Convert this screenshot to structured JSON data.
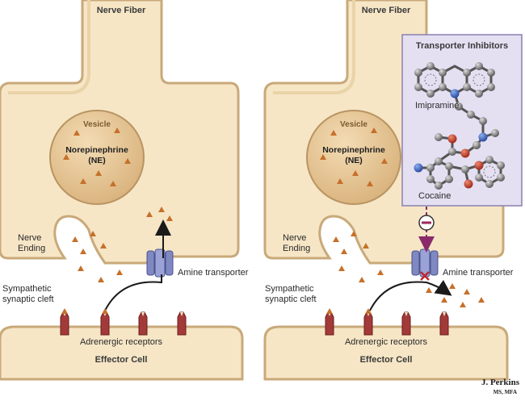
{
  "panels": [
    {
      "nerve_fiber": "Nerve Fiber",
      "vesicle_title": "Vesicle",
      "vesicle_content_line1": "Norepinephrine",
      "vesicle_content_line2": "(NE)",
      "nerve_ending_line1": "Nerve",
      "nerve_ending_line2": "Ending",
      "transporter_label": "Amine transporter",
      "cleft_line1": "Sympathetic",
      "cleft_line2": "synaptic cleft",
      "receptors_label": "Adrenergic receptors",
      "effector_label": "Effector Cell"
    },
    {
      "nerve_fiber": "Nerve Fiber",
      "vesicle_title": "Vesicle",
      "vesicle_content_line1": "Norepinephrine",
      "vesicle_content_line2": "(NE)",
      "nerve_ending_line1": "Nerve",
      "nerve_ending_line2": "Ending",
      "transporter_label": "Amine transporter",
      "cleft_line1": "Sympathetic",
      "cleft_line2": "synaptic cleft",
      "receptors_label": "Adrenergic receptors",
      "effector_label": "Effector Cell",
      "inhibitor_box": {
        "title": "Transporter Inhibitors",
        "drug1": "Imipramine",
        "drug2": "Cocaine"
      }
    }
  ],
  "signature": {
    "name": "J. Perkins",
    "credentials": "MS, MFA"
  },
  "colors": {
    "cell_fill": "#f6e6c6",
    "cell_edge": "#c9a97a",
    "vesicle_fill": "#e7c898",
    "ne_triangle": "#c6702a",
    "receptor": "#a33a3a",
    "transporter": "#7f88c0",
    "inhibitor_box": "#e4e0f2",
    "inhibitor_arrow": "#8a2a6a"
  }
}
